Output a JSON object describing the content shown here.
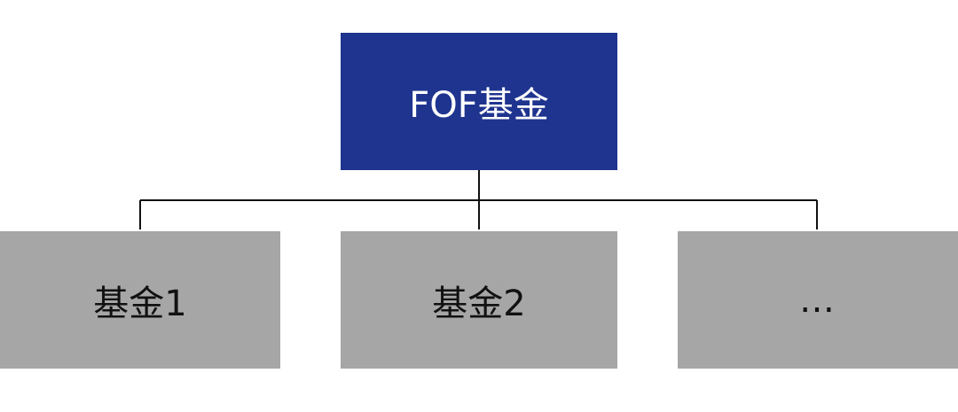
{
  "root": {
    "label": "FOF基金"
  },
  "children": [
    {
      "label": "基金1"
    },
    {
      "label": "基金2"
    },
    {
      "label": "…"
    }
  ],
  "colors": {
    "root_fill": "#1f348f",
    "child_fill": "#a6a6a6",
    "root_text": "#ffffff",
    "child_text": "#111111",
    "connector": "#111111"
  }
}
